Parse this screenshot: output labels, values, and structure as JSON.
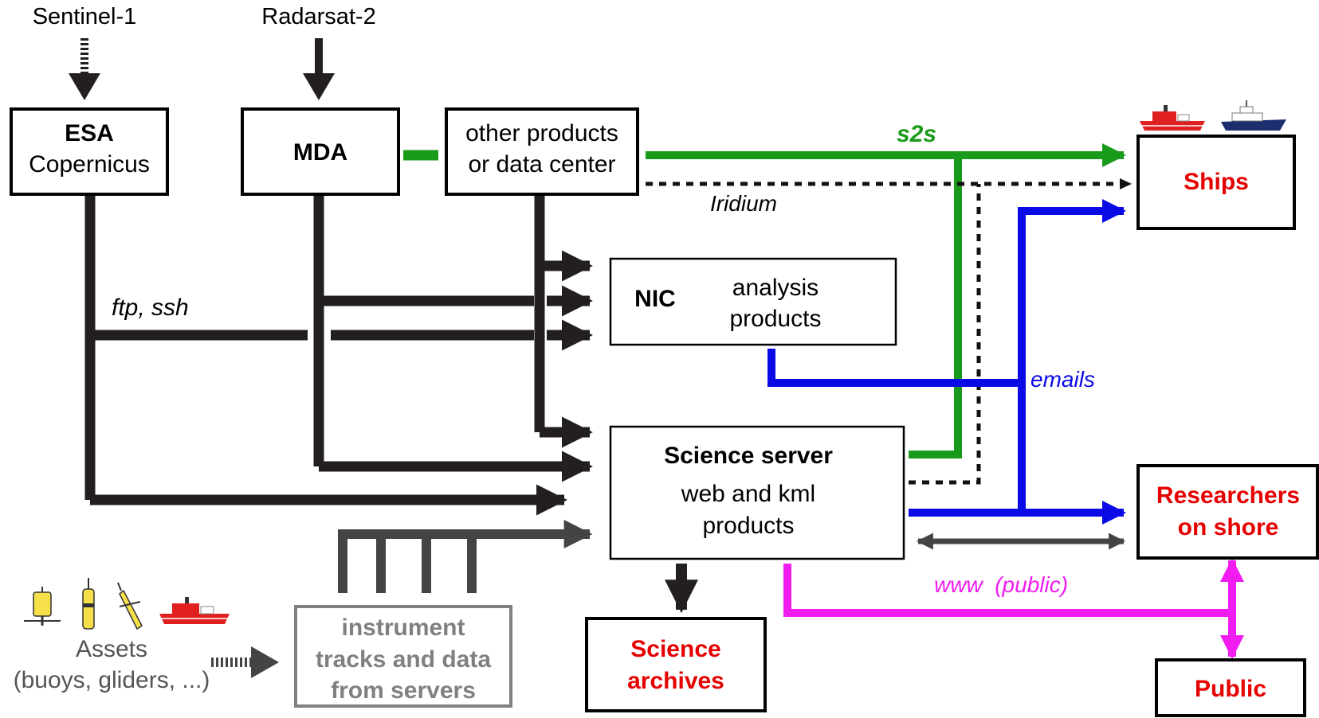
{
  "sources": {
    "sentinel": "Sentinel-1",
    "radarsat": "Radarsat-2"
  },
  "nodes": {
    "esa_line1": "ESA",
    "esa_line2": "Copernicus",
    "mda": "MDA",
    "other_line1": "other products",
    "other_line2": "or data center",
    "nic": "NIC",
    "nic_desc_line1": "analysis",
    "nic_desc_line2": "products",
    "server_title": "Science server",
    "server_line1": "web and kml",
    "server_line2": "products",
    "ships": "Ships",
    "researchers_line1": "Researchers",
    "researchers_line2": "on shore",
    "archives_line1": "Science",
    "archives_line2": "archives",
    "public": "Public",
    "instr_line1": "instrument",
    "instr_line2": "tracks and data",
    "instr_line3": "from servers",
    "assets_line1": "Assets",
    "assets_line2": "(buoys, gliders, ...)"
  },
  "links": {
    "s2s": "s2s",
    "iridium": "Iridium",
    "ftp_ssh": "ftp, ssh",
    "emails": "emails",
    "www": "www  (public)"
  },
  "colors": {
    "black_flow": "#231f20",
    "green_flow": "#1a9a1a",
    "blue_flow": "#0a0ae6",
    "magenta_flow": "#f01cf0",
    "gray_flow": "#444444",
    "red_text": "#e60000",
    "gray_box": "#808080"
  }
}
